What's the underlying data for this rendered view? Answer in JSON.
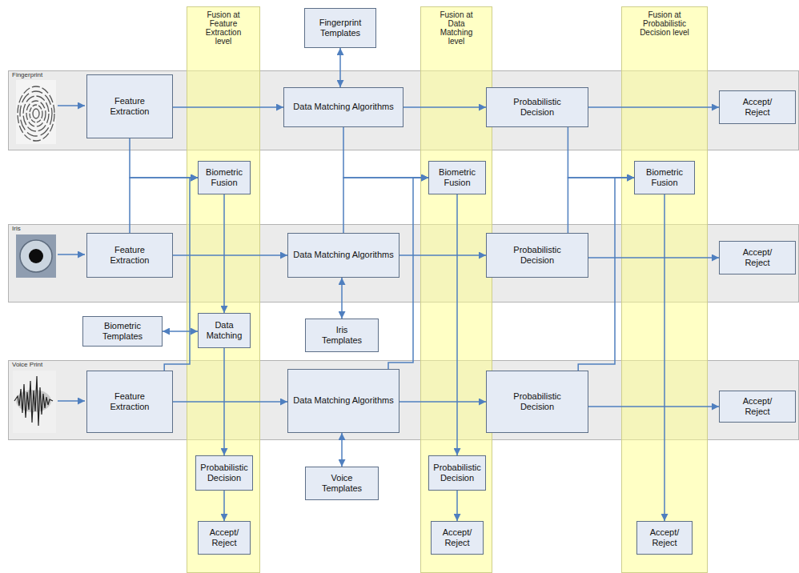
{
  "diagram": {
    "nodes": [
      {
        "text": [
          "Fusion at Feature Extraction level"
        ]
      },
      {
        "text": [
          "Fingerprint Templates"
        ]
      },
      {
        "text": [
          "Fusion at Data Matching level"
        ]
      },
      {
        "text": [
          "Fusion at Probabilistic Decision level"
        ]
      },
      {
        "text": [
          "Fingerprint"
        ]
      },
      {
        "text": [
          "Feature Extraction"
        ],
        "in": 4
      },
      {
        "text": [
          "Data Matching Algorithms"
        ],
        "in": 4
      },
      {
        "text": [
          "Probabilistic Decision"
        ],
        "in": 4
      },
      {
        "text": [
          "Accept/ Reject"
        ],
        "in": 4
      },
      {
        "text": [
          "Biometric Fusion"
        ],
        "in": 0
      },
      {
        "text": [
          "Biometric Fusion"
        ],
        "in": 2
      },
      {
        "text": [
          "Biometric Fusion"
        ],
        "in": 3
      },
      {
        "text": [
          "Iris"
        ]
      },
      {
        "text": [
          "Feature Extraction"
        ],
        "in": 12
      },
      {
        "text": [
          "Data Matching Algorithms"
        ],
        "in": 12
      },
      {
        "text": [
          "Probabilistic Decision"
        ],
        "in": 12
      },
      {
        "text": [
          "Accept/ Reject"
        ],
        "in": 12
      },
      {
        "text": [
          "Biometric Templates"
        ]
      },
      {
        "text": [
          "Data Matching"
        ],
        "in": 0
      },
      {
        "text": [
          "Iris Templates"
        ]
      },
      {
        "text": [
          "Voice Print"
        ]
      },
      {
        "text": [
          "Feature Extraction"
        ],
        "in": 20
      },
      {
        "text": [
          "Data Matching Algorithms"
        ],
        "in": 20
      },
      {
        "text": [
          "Probabilistic Decision"
        ],
        "in": 20
      },
      {
        "text": [
          "Accept/ Reject"
        ],
        "in": 20
      },
      {
        "text": [
          "Probabilistic Decision"
        ],
        "in": 0
      },
      {
        "text": [
          "Voice Templates"
        ]
      },
      {
        "text": [
          "Probabilistic Decision"
        ],
        "in": 2
      },
      {
        "text": [
          "Accept/ Reject"
        ],
        "in": 0
      },
      {
        "text": [
          "Accept/ Reject"
        ],
        "in": 2
      },
      {
        "text": [
          "Accept/ Reject"
        ],
        "in": 3
      }
    ],
    "edges": [
      {
        "from": 5,
        "to": 6,
        "arrow": "to"
      },
      {
        "from": 6,
        "to": 7,
        "arrow": "to"
      },
      {
        "from": 7,
        "to": 8,
        "arrow": "to"
      },
      {
        "from": 1,
        "to": 6,
        "arrow": "both"
      },
      {
        "from": 13,
        "to": 14,
        "arrow": "to"
      },
      {
        "from": 14,
        "to": 15,
        "arrow": "to"
      },
      {
        "from": 15,
        "to": 16,
        "arrow": "to"
      },
      {
        "from": 19,
        "to": 14,
        "arrow": "both"
      },
      {
        "from": 21,
        "to": 22,
        "arrow": "to"
      },
      {
        "from": 22,
        "to": 23,
        "arrow": "to"
      },
      {
        "from": 23,
        "to": 24,
        "arrow": "to"
      },
      {
        "from": 26,
        "to": 22,
        "arrow": "both"
      },
      {
        "from": 5,
        "to": 9,
        "arrow": "to"
      },
      {
        "from": 13,
        "to": 9,
        "arrow": "to"
      },
      {
        "from": 21,
        "to": 9,
        "arrow": "to"
      },
      {
        "from": 9,
        "to": 18,
        "arrow": "to"
      },
      {
        "from": 18,
        "to": 17,
        "arrow": "both"
      },
      {
        "from": 18,
        "to": 25,
        "arrow": "to"
      },
      {
        "from": 25,
        "to": 28,
        "arrow": "to"
      },
      {
        "from": 6,
        "to": 10,
        "arrow": "to"
      },
      {
        "from": 14,
        "to": 10,
        "arrow": "to"
      },
      {
        "from": 22,
        "to": 10,
        "arrow": "to"
      },
      {
        "from": 10,
        "to": 27,
        "arrow": "to"
      },
      {
        "from": 27,
        "to": 29,
        "arrow": "to"
      },
      {
        "from": 7,
        "to": 11,
        "arrow": "to"
      },
      {
        "from": 15,
        "to": 11,
        "arrow": "to"
      },
      {
        "from": 23,
        "to": 11,
        "arrow": "to"
      },
      {
        "from": 11,
        "to": 30,
        "arrow": "to"
      }
    ]
  }
}
